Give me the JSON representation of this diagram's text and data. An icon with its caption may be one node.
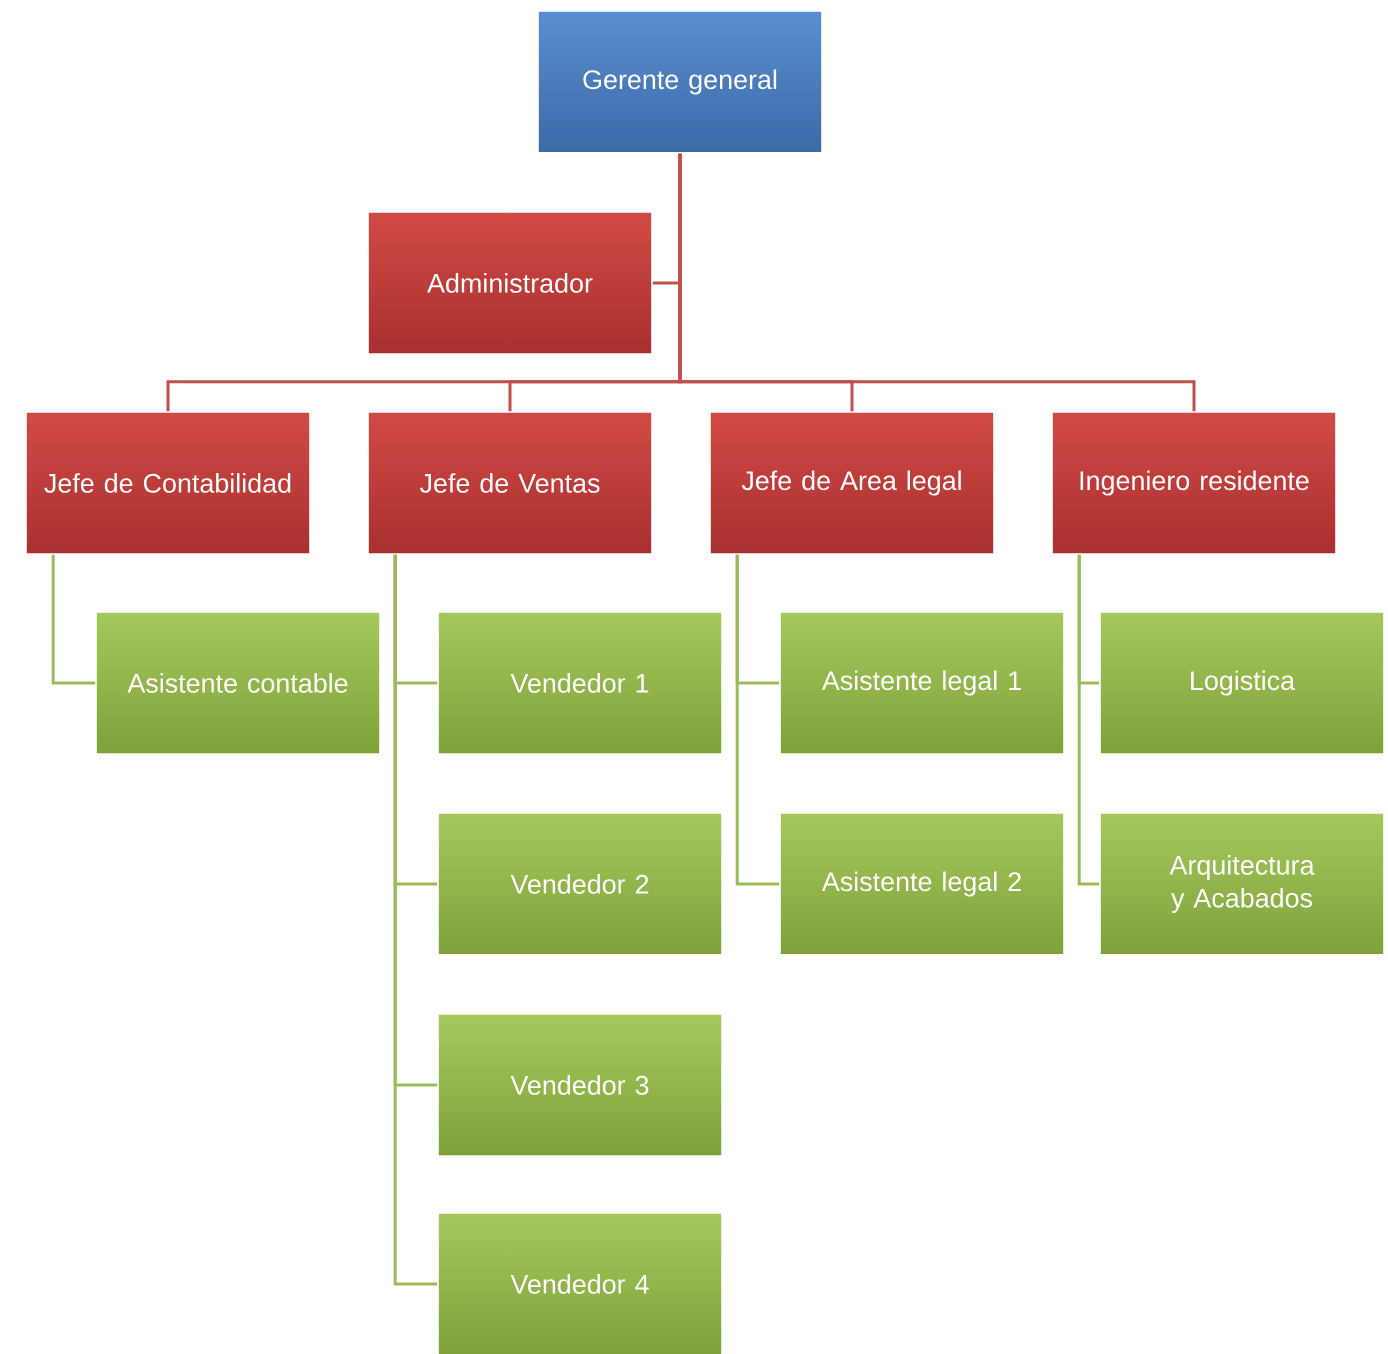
{
  "diagram": {
    "nodes": [
      {
        "text": [
          "Gerente general"
        ]
      },
      {
        "text": [
          "Administrador"
        ]
      },
      {
        "text": [
          "Jefe de Contabilidad"
        ]
      },
      {
        "text": [
          "Jefe de Ventas"
        ]
      },
      {
        "text": [
          "Jefe de Area legal"
        ]
      },
      {
        "text": [
          "Ingeniero residente"
        ]
      },
      {
        "text": [
          "Asistente contable"
        ]
      },
      {
        "text": [
          "Vendedor 1"
        ]
      },
      {
        "text": [
          "Vendedor 2"
        ]
      },
      {
        "text": [
          "Vendedor 3"
        ]
      },
      {
        "text": [
          "Vendedor 4"
        ]
      },
      {
        "text": [
          "Asistente legal 1"
        ]
      },
      {
        "text": [
          "Asistente legal 2"
        ]
      },
      {
        "text": [
          "Logistica"
        ]
      },
      {
        "text": [
          "Arquitectura y Acabados"
        ]
      }
    ],
    "edges": [
      {
        "from": 0,
        "to": 1,
        "arrow": "none",
        "color": "#c0504d"
      },
      {
        "from": 0,
        "to": 2,
        "arrow": "none",
        "color": "#c0504d"
      },
      {
        "from": 0,
        "to": 3,
        "arrow": "none",
        "color": "#c0504d"
      },
      {
        "from": 0,
        "to": 4,
        "arrow": "none",
        "color": "#c0504d"
      },
      {
        "from": 0,
        "to": 5,
        "arrow": "none",
        "color": "#c0504d"
      },
      {
        "from": 2,
        "to": 6,
        "arrow": "none"
      },
      {
        "from": 3,
        "to": 7,
        "arrow": "none"
      },
      {
        "from": 3,
        "to": 8,
        "arrow": "none"
      },
      {
        "from": 3,
        "to": 9,
        "arrow": "none"
      },
      {
        "from": 3,
        "to": 10,
        "arrow": "none"
      },
      {
        "from": 4,
        "to": 11,
        "arrow": "none"
      },
      {
        "from": 4,
        "to": 12,
        "arrow": "none"
      },
      {
        "from": 5,
        "to": 13,
        "arrow": "none"
      },
      {
        "from": 5,
        "to": 14,
        "arrow": "none"
      }
    ]
  }
}
